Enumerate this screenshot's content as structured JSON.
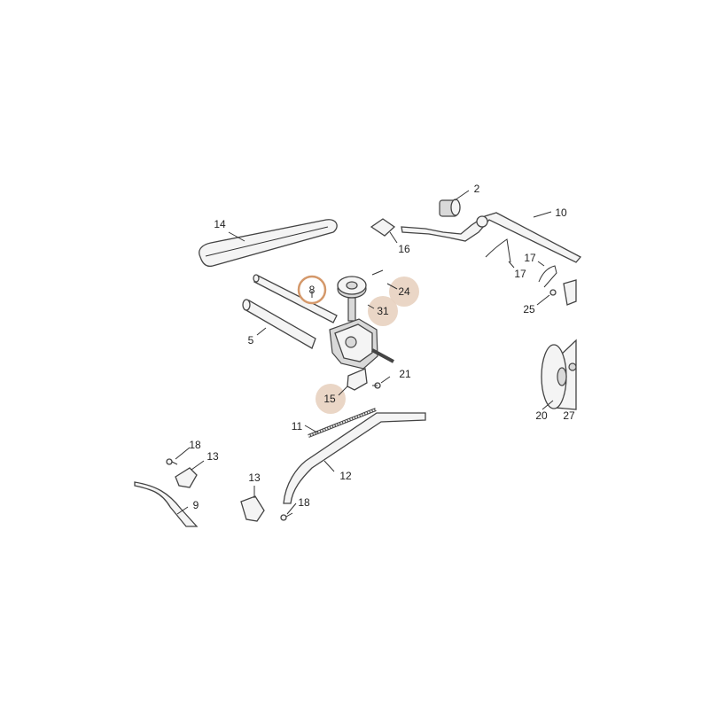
{
  "callouts": [
    {
      "id": "c14",
      "label": "14",
      "highlight": "none"
    },
    {
      "id": "c2",
      "label": "2",
      "highlight": "none"
    },
    {
      "id": "c10",
      "label": "10",
      "highlight": "none"
    },
    {
      "id": "c16",
      "label": "16",
      "highlight": "none"
    },
    {
      "id": "c17a",
      "label": "17",
      "highlight": "none"
    },
    {
      "id": "c17b",
      "label": "17",
      "highlight": "none"
    },
    {
      "id": "c8",
      "label": "8",
      "highlight": "selected"
    },
    {
      "id": "c24",
      "label": "24",
      "highlight": "shaded"
    },
    {
      "id": "c31",
      "label": "31",
      "highlight": "shaded"
    },
    {
      "id": "c25",
      "label": "25",
      "highlight": "none"
    },
    {
      "id": "c5",
      "label": "5",
      "highlight": "none"
    },
    {
      "id": "c21",
      "label": "21",
      "highlight": "none"
    },
    {
      "id": "c15",
      "label": "15",
      "highlight": "shaded"
    },
    {
      "id": "c20",
      "label": "20",
      "highlight": "none"
    },
    {
      "id": "c27",
      "label": "27",
      "highlight": "none"
    },
    {
      "id": "c11",
      "label": "11",
      "highlight": "none"
    },
    {
      "id": "c12",
      "label": "12",
      "highlight": "none"
    },
    {
      "id": "c18a",
      "label": "18",
      "highlight": "none"
    },
    {
      "id": "c13a",
      "label": "13",
      "highlight": "none"
    },
    {
      "id": "c13b",
      "label": "13",
      "highlight": "none"
    },
    {
      "id": "c18b",
      "label": "18",
      "highlight": "none"
    },
    {
      "id": "c9",
      "label": "9",
      "highlight": "none"
    }
  ],
  "colors": {
    "highlight_fill": "#e8d2c0",
    "selected_ring": "#d4986a",
    "line": "#333333"
  }
}
